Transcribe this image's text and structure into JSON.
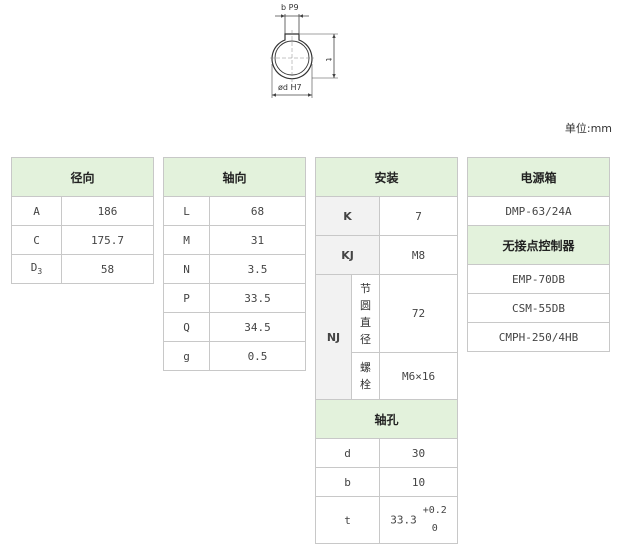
{
  "diagram": {
    "b_label": "b P9",
    "t_label": "t",
    "d_label": "ød H7"
  },
  "unit": "单位:mm",
  "radial": {
    "title": "径向",
    "rows": [
      {
        "label": "A",
        "value": "186"
      },
      {
        "label": "C",
        "value": "175.7"
      },
      {
        "label": "D",
        "sub": "3",
        "value": "58"
      }
    ]
  },
  "axial": {
    "title": "轴向",
    "rows": [
      {
        "label": "L",
        "value": "68"
      },
      {
        "label": "M",
        "value": "31"
      },
      {
        "label": "N",
        "value": "3.5"
      },
      {
        "label": "P",
        "value": "33.5"
      },
      {
        "label": "Q",
        "value": "34.5"
      },
      {
        "label": "g",
        "value": "0.5"
      }
    ]
  },
  "install": {
    "title": "安装",
    "k_label": "K",
    "k_value": "7",
    "kj_label": "KJ",
    "kj_value": "M8",
    "nj_label": "NJ",
    "nj_pcd_label": "节圆直径",
    "nj_pcd_value": "72",
    "nj_bolt_label": "螺栓",
    "nj_bolt_value": "M6×16"
  },
  "bore": {
    "title": "轴孔",
    "d_label": "d",
    "d_value": "30",
    "b_label": "b",
    "b_value": "10",
    "t_label": "t",
    "t_value": "33.3",
    "t_tol_upper": "+0.2",
    "t_tol_lower": "0"
  },
  "power": {
    "title": "电源箱",
    "items": [
      "DMP-63/24A"
    ],
    "contactless_title": "无接点控制器",
    "contactless_items": [
      "EMP-70DB",
      "CSM-55DB",
      "CMPH-250/4HB"
    ]
  }
}
